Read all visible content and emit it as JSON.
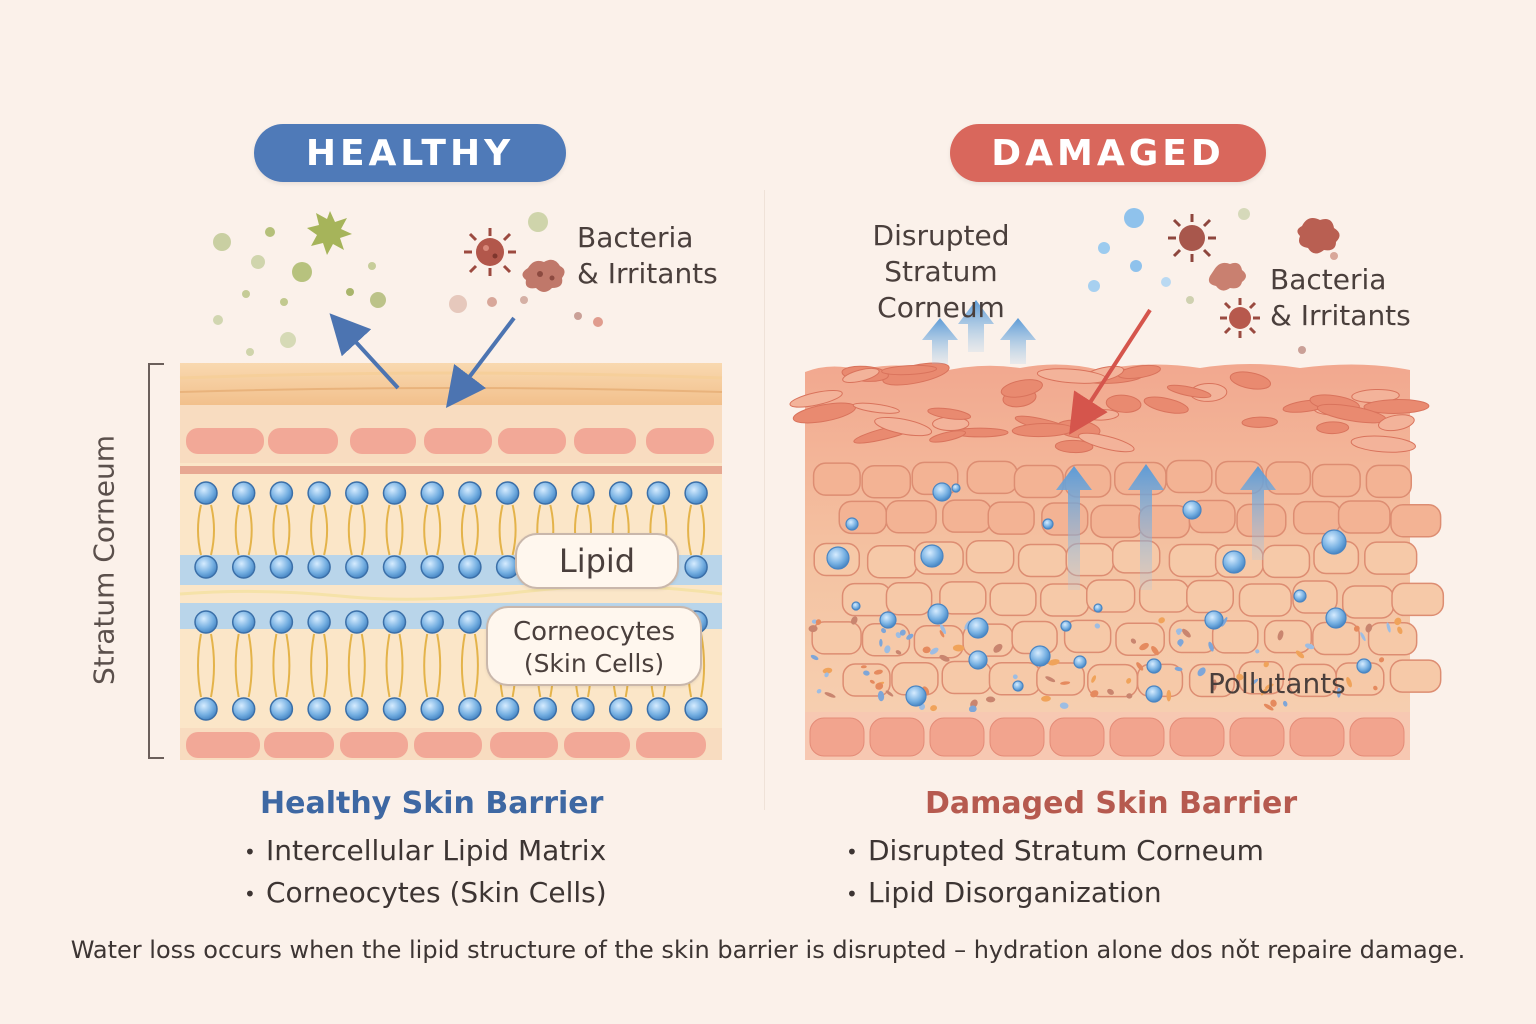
{
  "healthy": {
    "badge": "HEALTHY",
    "irritants_label": [
      "Bacteria",
      "& Irritants"
    ],
    "layer_label": "Stratum Corneum",
    "lipid_tag": "Lipid",
    "corneocytes_tag": [
      "Corneocytes",
      "(Skin Cells)"
    ],
    "heading": "Healthy Skin Barrier",
    "bullets": [
      "Intercellular Lipid Matrix",
      "Corneocytes (Skin Cells)"
    ]
  },
  "damaged": {
    "badge": "DAMAGED",
    "disrupted_label": [
      "Disrupted",
      "Stratum Corneum"
    ],
    "irritants_label": [
      "Bacteria",
      "& Irritants"
    ],
    "pollutants_label": "Pollutants",
    "heading": "Damaged Skin Barrier",
    "bullets": [
      "Disrupted Stratum Corneum",
      "Lipid Disorganization"
    ]
  },
  "footer": "Water loss occurs when the lipid structure of the skin barrier is disrupted – hydration alone dos nǒt repaire damage.",
  "colors": {
    "healthy_accent": "#4f7ab8",
    "damaged_accent": "#d9675c",
    "lipid_bead": "#6fa9dc",
    "background": "#fbf1ea"
  }
}
